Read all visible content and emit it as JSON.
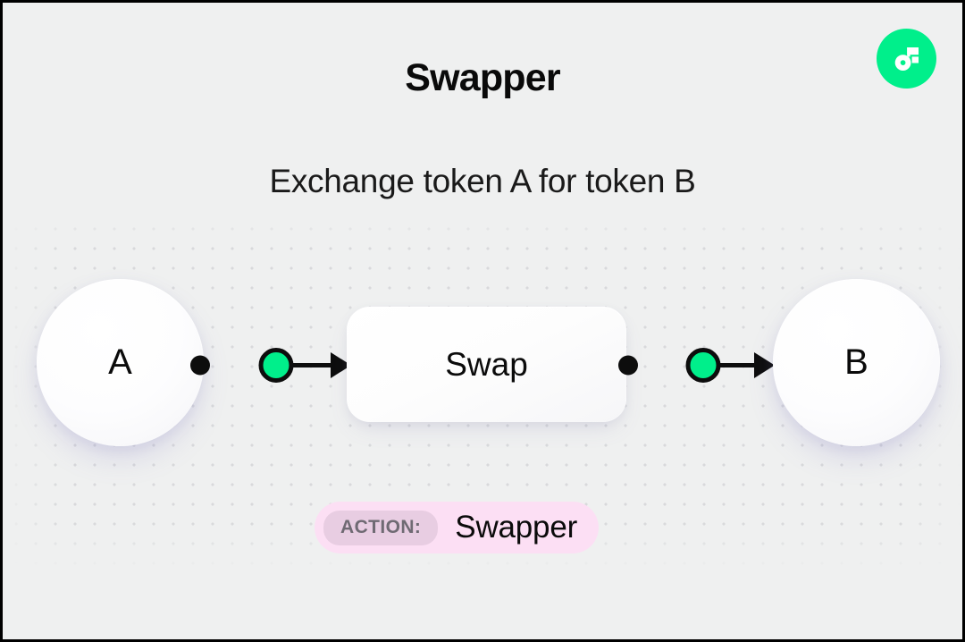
{
  "brand": {
    "logo_icon": "flow-logo-icon",
    "logo_color": "#00ef8b",
    "logo_mark_color": "#ffffff",
    "logo_accent_color": "#16ff99"
  },
  "header": {
    "title": "Swapper",
    "subtitle": "Exchange token A for token B"
  },
  "diagram": {
    "type": "flow",
    "nodes": [
      {
        "id": "token-a",
        "label": "A",
        "shape": "circle"
      },
      {
        "id": "swap",
        "label": "Swap",
        "shape": "rounded-rect"
      },
      {
        "id": "token-b",
        "label": "B",
        "shape": "circle"
      }
    ],
    "edges": [
      {
        "from": "token-a",
        "to": "swap",
        "midpoint_color": "#00ef8b",
        "endpoint_color": "#000000"
      },
      {
        "from": "swap",
        "to": "token-b",
        "midpoint_color": "#00ef8b",
        "endpoint_color": "#000000"
      }
    ]
  },
  "action": {
    "label": "ACTION:",
    "value": "Swapper",
    "pill_color": "#e8cde2",
    "container_color": "#fcdff4"
  },
  "theme": {
    "canvas_background": "#eff0f0",
    "dot_color": "#d7d8da",
    "accent": "#00ef8b",
    "text": "#0b0b0b"
  }
}
